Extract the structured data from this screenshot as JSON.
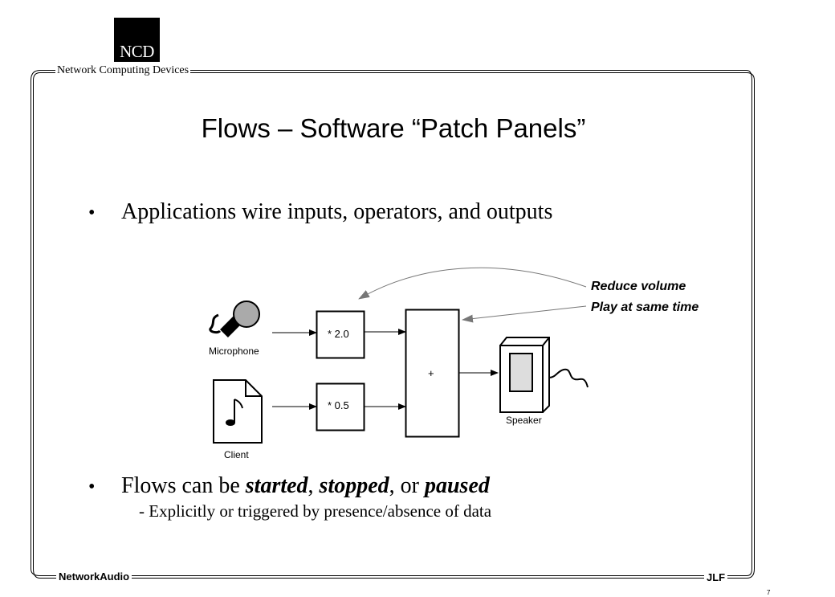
{
  "header": {
    "logo_text": "NCD",
    "company": "Network Computing Devices"
  },
  "slide": {
    "title": "Flows – Software “Patch Panels”",
    "bullet1": "Applications wire inputs, operators, and outputs",
    "bullet2": {
      "prefix": "Flows can be ",
      "started": "started",
      "sep1": ", ",
      "stopped": "stopped",
      "sep2": ", or ",
      "paused": "paused"
    },
    "sub_bullet": "-  Explicitly or triggered by presence/absence of data",
    "bullet_symbol": "•"
  },
  "diagram": {
    "microphone_label": "Microphone",
    "client_label": "Client",
    "op1_label": "* 2.0",
    "op2_label": "* 0.5",
    "mixer_label": "+",
    "speaker_label": "Speaker",
    "annotation1": "Reduce volume",
    "annotation2": "Play at same time"
  },
  "footer": {
    "left": "NetworkAudio",
    "right": "JLF",
    "page": "7"
  }
}
